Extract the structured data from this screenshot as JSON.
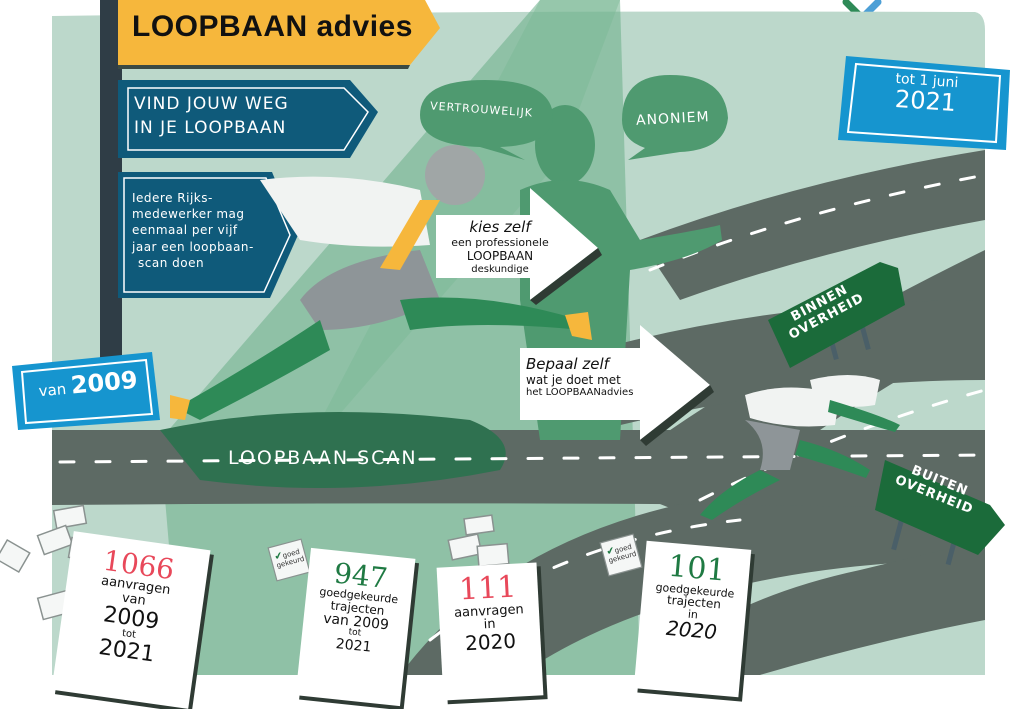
{
  "header": {
    "title_sign": "LOOPBAAN advies",
    "subtitle_sign_lines": [
      "VIND JOUW WEG",
      "IN JE LOOPBAAN"
    ],
    "info_sign_lines": [
      "Iedere Rijks-",
      "medewerker mag",
      "eenmaal per vijf",
      "jaar een loopbaan-",
      "scan doen"
    ]
  },
  "dates": {
    "start": {
      "prefix": "van",
      "year": "2009"
    },
    "end": {
      "prefix": "tot 1 juni",
      "year": "2021"
    }
  },
  "bubbles": {
    "left": "VERTROUWELIJK",
    "right": "ANONIEM"
  },
  "arrows": {
    "choose": {
      "lines": [
        "kies zelf",
        "een professionele",
        "LOOPBAAN",
        "deskundige"
      ]
    },
    "decide": {
      "lines": [
        "Bepaal zelf",
        "wat je doet met",
        "het LOOPBAANadvies"
      ]
    }
  },
  "road": {
    "label": "LOOPBAAN SCAN"
  },
  "direction_signs": {
    "inside": [
      "BINNEN",
      "OVERHEID"
    ],
    "outside": [
      "BUITEN",
      "OVERHEID"
    ]
  },
  "stats": [
    {
      "number": "1066",
      "number_color": "#e8485a",
      "lines": [
        "aanvragen",
        "van",
        "2009",
        "tot",
        "2021"
      ]
    },
    {
      "number": "947",
      "number_color": "#1f7a43",
      "lines": [
        "goedgekeurde",
        "trajecten",
        "van 2009",
        "tot",
        "2021"
      ]
    },
    {
      "number": "111",
      "number_color": "#e8485a",
      "lines": [
        "aanvragen",
        "in",
        "2020"
      ]
    },
    {
      "number": "101",
      "number_color": "#1f7a43",
      "lines": [
        "goedgekeurde",
        "trajecten",
        "in",
        "2020"
      ]
    }
  ],
  "stamps": [
    {
      "check": "✔",
      "text": [
        "goed",
        "gekeurd"
      ]
    },
    {
      "check": "✔",
      "text": [
        "goed",
        "gekeurd"
      ]
    }
  ],
  "colors": {
    "background_panel": "#bcd8cb",
    "road": "#5d6a64",
    "road_green": "#2f7150",
    "sign_yellow": "#f6b73c",
    "sign_navy": "#0f5a7a",
    "date_blue": "#1695cf",
    "sign_green": "#1b6b3a",
    "spotlight": "#6aae88",
    "figure_green": "#2e8a57",
    "post": "#2f3d46"
  }
}
